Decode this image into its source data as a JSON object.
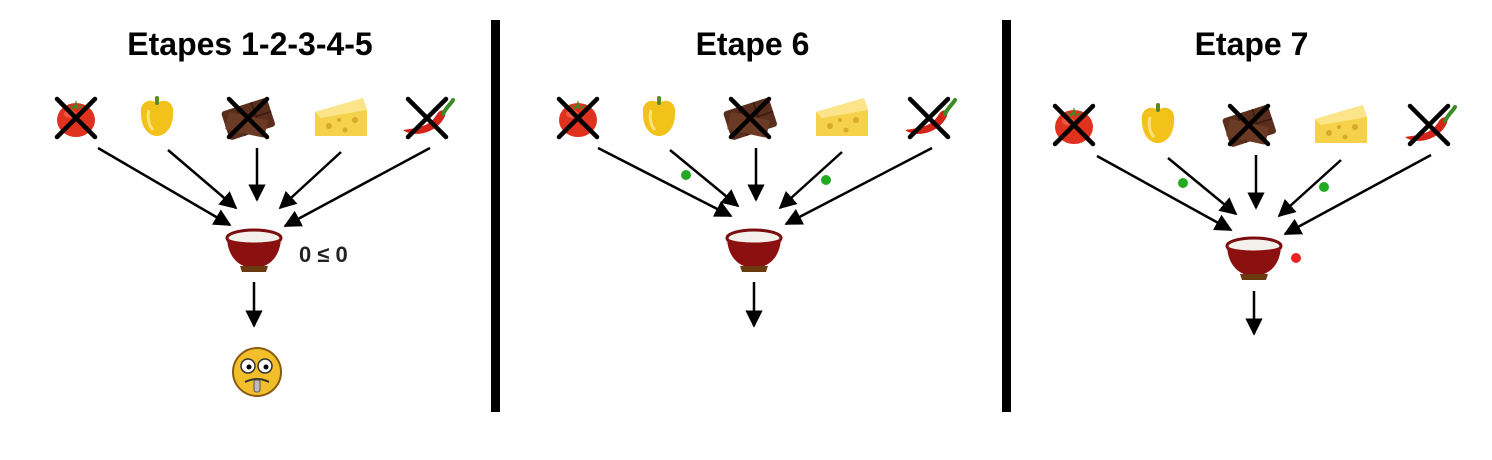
{
  "panels": [
    {
      "title": "Etapes 1-2-3-4-5",
      "comparison": "0 ≤ 0",
      "result_icon": "worried-face-icon"
    },
    {
      "title": "Etape 6"
    },
    {
      "title": "Etape 7"
    }
  ],
  "ingredients": [
    {
      "icon": "tomato-icon",
      "crossed": true
    },
    {
      "icon": "yellow-pepper-icon",
      "crossed": false
    },
    {
      "icon": "chocolate-icon",
      "crossed": true
    },
    {
      "icon": "cheese-icon",
      "crossed": false
    },
    {
      "icon": "chili-pepper-icon",
      "crossed": true
    }
  ],
  "bowl_icon": "bowl-icon",
  "colors": {
    "green_dot": "#22aa22",
    "red_dot": "#ee2222",
    "bowl": "#8b1010",
    "line": "#000000"
  }
}
